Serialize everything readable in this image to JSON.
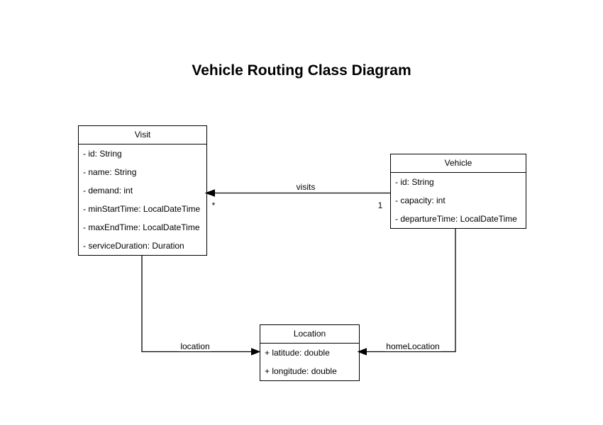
{
  "title": "Vehicle Routing Class Diagram",
  "classes": {
    "visit": {
      "name": "Visit",
      "attributes": [
        "- id: String",
        "- name: String",
        "- demand: int",
        "- minStartTime: LocalDateTime",
        "- maxEndTime: LocalDateTime",
        "- serviceDuration: Duration"
      ]
    },
    "vehicle": {
      "name": "Vehicle",
      "attributes": [
        "- id: String",
        "- capacity: int",
        "- departureTime: LocalDateTime"
      ]
    },
    "location": {
      "name": "Location",
      "attributes": [
        "+ latitude: double",
        "+ longitude: double"
      ]
    }
  },
  "edges": {
    "visits": {
      "label": "visits",
      "multiplicity_at_visit": "*",
      "multiplicity_at_vehicle": "1"
    },
    "location": {
      "label": "location"
    },
    "home_location": {
      "label": "homeLocation"
    }
  },
  "colors": {
    "stroke": "#000000",
    "box_fill": "#ffffff",
    "text": "#000000",
    "background": "#ffffff"
  }
}
